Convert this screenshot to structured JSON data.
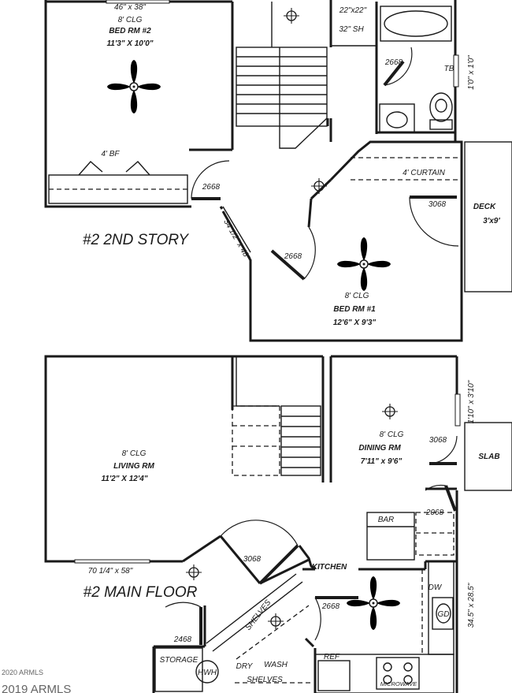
{
  "upper": {
    "title": "#2 2ND STORY",
    "window_top": "46\" x 38\"",
    "bed2": {
      "clg": "8' CLG",
      "name": "BED RM #2",
      "size": "11'3\" X 10'0\""
    },
    "bf": "4' BF",
    "door_bed2": "2668",
    "opening": "34 1/2\" x 48\"",
    "door_bed1": "2668",
    "shower": {
      "size": "22\"x22\"",
      "label": "32\" SH"
    },
    "door_bath": "2668",
    "tb": "TB",
    "window_bath": "1'0\" x 1'0\"",
    "curtain": "4' CURTAIN",
    "door_deck": "3068",
    "deck": {
      "name": "DECK",
      "size": "3'x9'"
    },
    "bed1": {
      "clg": "8' CLG",
      "name": "BED RM #1",
      "size": "12'6\" X 9'3\""
    }
  },
  "lower": {
    "title": "#2 MAIN FLOOR",
    "living": {
      "clg": "8' CLG",
      "name": "LIVING RM",
      "size": "11'2\" X 12'4\""
    },
    "window_living": "70 1/4\" x 58\"",
    "dining": {
      "clg": "8' CLG",
      "name": "DINING RM",
      "size": "7'11\" x 9'6\""
    },
    "window_dining": "1'10\" x 3'10\"",
    "door_slab": "3068",
    "slab": "SLAB",
    "door_bar": "2068",
    "bar": "BAR",
    "door_entry": "3068",
    "kitchen": "KITCHEN",
    "door_kitchen": "2668",
    "shelves": "SHELVES",
    "door_storage": "2468",
    "storage": "STORAGE",
    "hwh": "HWH",
    "dry": "DRY",
    "wash": "WASH",
    "shelves2": "SHELVES",
    "ref": "REF",
    "microwave": "MICROWAVE",
    "dw": "DW",
    "gd": "GD",
    "window_kitchen": "34.5\" x 28.5\""
  },
  "watermark_1": "2020 ARMLS",
  "watermark_2": "2019 ARMLS"
}
